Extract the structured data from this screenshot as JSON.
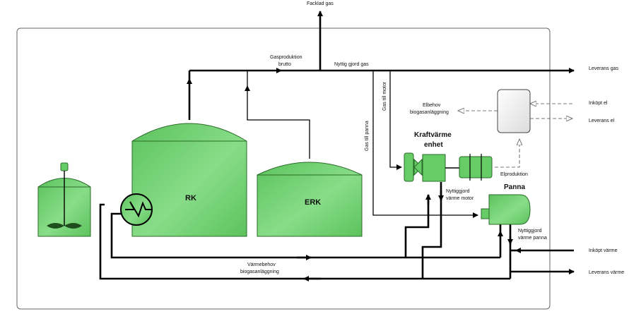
{
  "labels": {
    "facklad_gas": "Facklad gas",
    "gasproduktion_line1": "Gasproduktion",
    "gasproduktion_line2": "brutto",
    "nyttig_gjord_gas": "Nyttig gjord gas",
    "leverans_gas": "Leverans gas",
    "gas_till_motor": "Gas till motor",
    "gas_till_panna": "Gas till panna",
    "elbehov_line1": "Elbehov",
    "elbehov_line2": "biogasanläggning",
    "inkopt_el": "Inköpt el",
    "leverans_el": "Leverans el",
    "kraftvarme_line1": "Kraftvärme",
    "kraftvarme_line2": "enhet",
    "elproduktion": "Elproduktion",
    "nyttiggjord_motor_line1": "Nyttiggjord",
    "nyttiggjord_motor_line2": "värme motor",
    "panna": "Panna",
    "nyttiggjord_panna_line1": "Nyttiggjord",
    "nyttiggjord_panna_line2": "värme panna",
    "rk": "RK",
    "erk": "ERK",
    "varmebehov_line1": "Värmebehov",
    "varmebehov_line2": "biogasanläggning",
    "inkopt_varme": "Inköpt värme",
    "leverans_varme": "Leverans värme"
  },
  "colors": {
    "tank_fill": "#66cc66",
    "tank_stroke": "#2a6b2a",
    "meter_fill": "#eeeeee",
    "boundary": "#666666"
  }
}
